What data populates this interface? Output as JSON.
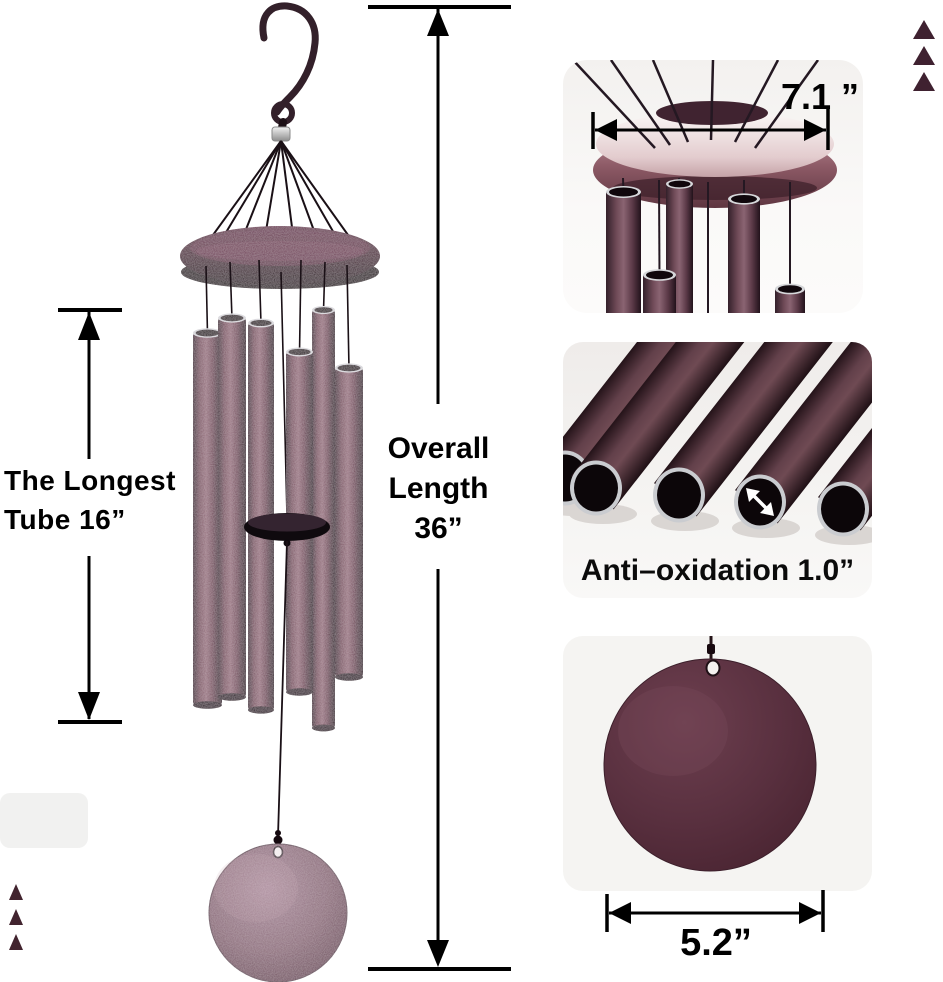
{
  "labels": {
    "longest_tube": {
      "line1": "The Longest",
      "line2": "Tube 16”",
      "value_in": 16
    },
    "overall_length": {
      "line1": "Overall",
      "line2": "Length",
      "line3": "36”",
      "value_in": 36
    },
    "canopy_width": {
      "text": "7.1 ”",
      "value_in": 7.1
    },
    "tube_detail": {
      "text": "Anti–oxidation 1.0”",
      "value_in": 1.0
    },
    "wind_catcher_width": {
      "text": "5.2”",
      "value_in": 5.2
    }
  },
  "colors": {
    "annotation": "#000000",
    "tube_mauve": "#97727f",
    "tube_dark": "#281420",
    "canopy_plum": "#43202f",
    "closeup_maroon": "#59303f",
    "corner_marker": "#3f2130",
    "panel_background": "#f3f1ef",
    "background": "#ffffff"
  },
  "icons": {
    "corner_marker": "triangle-up",
    "overall_measure": "vertical-double-arrow",
    "longest_tube_measure": "vertical-double-arrow",
    "canopy_measure": "horizontal-double-arrow",
    "disc_measure": "horizontal-double-arrow",
    "tube_diameter_arrow": "diagonal-double-arrow-white"
  }
}
